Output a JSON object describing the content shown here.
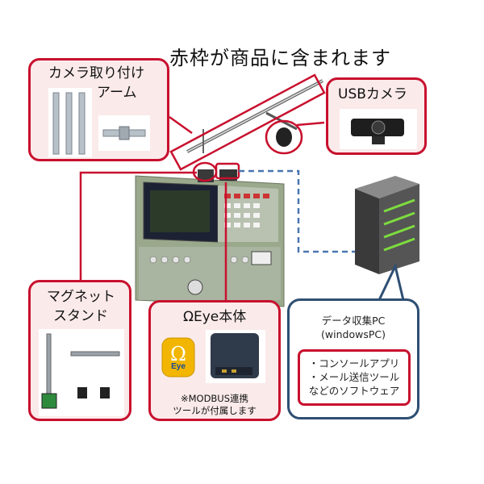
{
  "title": "赤枠が商品に含まれます",
  "arm": {
    "label_line1": "カメラ取り付け",
    "label_line2": "アーム"
  },
  "usb_camera": {
    "label": "USBカメラ"
  },
  "magnet_stand": {
    "label_line1": "マグネット",
    "label_line2": "スタンド"
  },
  "omega_eye": {
    "label": "ΩEye本体",
    "logo_text": "Eye",
    "note_line1": "※MODBUS連携",
    "note_line2": "ツールが付属します"
  },
  "pc": {
    "label_line1": "データ収集PC",
    "label_line2": "(windowsPC)",
    "software_line1": "・コンソールアプリ",
    "software_line2": "・メール送信ツール",
    "software_line3": "などのソフトウェア"
  },
  "colors": {
    "accent_red": "#c8102e",
    "box_pink": "#fbeaea",
    "navy": "#2f4f73",
    "pc_light": "#7ddc3f"
  }
}
